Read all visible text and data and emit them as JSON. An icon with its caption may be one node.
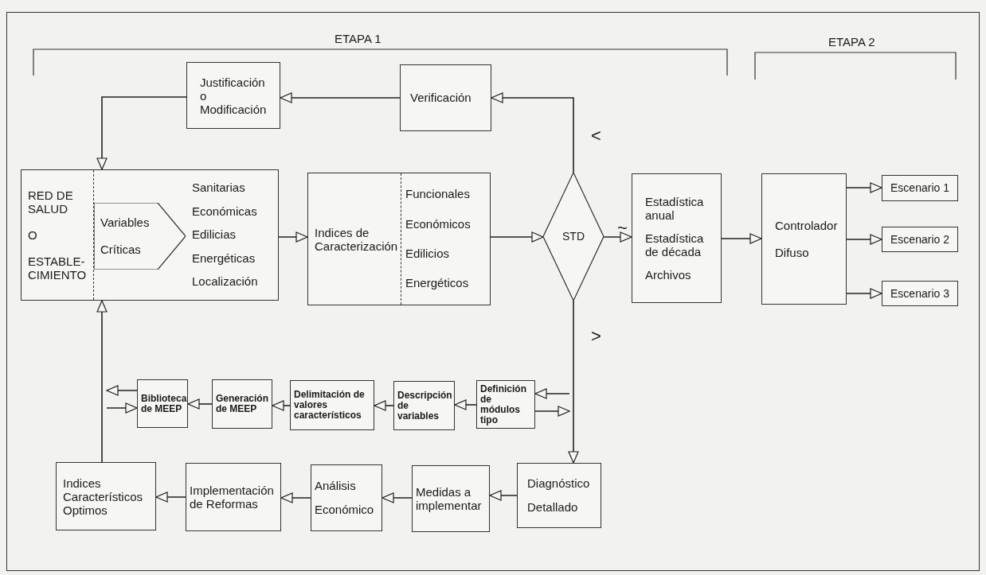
{
  "diagram": {
    "nodes": [
      {
        "text": [
          "Justificación o Modificación"
        ]
      },
      {
        "text": [
          "Verificación"
        ]
      },
      {
        "text": [
          "RED DE SALUD",
          "O",
          "ESTABLE-CIMIENTO",
          "Sanitarias",
          "Económicas",
          "Edilicias",
          "Energéticas",
          "Localización"
        ]
      },
      {
        "text": [
          "Variables Críticas"
        ],
        "in": 2
      },
      {
        "text": [
          "Indices de Caracterización",
          "Funcionales",
          "Económicos",
          "Edilicios",
          "Energéticos"
        ]
      },
      {
        "text": [
          "STD"
        ]
      },
      {
        "text": [
          "Estadística anual",
          "Estadística de década",
          "Archivos"
        ]
      },
      {
        "text": [
          "Controlador Difuso"
        ]
      },
      {
        "text": [
          "Escenario 1"
        ]
      },
      {
        "text": [
          "Escenario 2"
        ]
      },
      {
        "text": [
          "Escenario 3"
        ]
      },
      {
        "text": [
          "Biblioteca de MEEP"
        ]
      },
      {
        "text": [
          "Generación de MEEP"
        ]
      },
      {
        "text": [
          "Delimitación de valores característicos"
        ]
      },
      {
        "text": [
          "Descripción de variables"
        ]
      },
      {
        "text": [
          "Definición de módulos tipo"
        ]
      },
      {
        "text": [
          "Indices Característicos Optimos"
        ]
      },
      {
        "text": [
          "Implementación de Reformas"
        ]
      },
      {
        "text": [
          "Análisis Económico"
        ]
      },
      {
        "text": [
          "Medidas a implementar"
        ]
      },
      {
        "text": [
          "Diagnóstico Detallado"
        ]
      }
    ],
    "edges": [
      {
        "from": 1,
        "to": 0,
        "arrow": "to"
      },
      {
        "from": 0,
        "to": 2,
        "arrow": "to"
      },
      {
        "from": 5,
        "to": 1,
        "arrow": "to",
        "label": "<"
      },
      {
        "from": 2,
        "to": 4,
        "arrow": "to"
      },
      {
        "from": 4,
        "to": 5,
        "arrow": "to"
      },
      {
        "from": 5,
        "to": 6,
        "arrow": "to",
        "label": "~"
      },
      {
        "from": 6,
        "to": 7,
        "arrow": "to"
      },
      {
        "from": 7,
        "to": 8,
        "arrow": "to"
      },
      {
        "from": 7,
        "to": 9,
        "arrow": "to"
      },
      {
        "from": 7,
        "to": 10,
        "arrow": "to"
      },
      {
        "from": 5,
        "to": 20,
        "arrow": "to",
        "label": ">"
      },
      {
        "from": 20,
        "to": 19,
        "arrow": "to"
      },
      {
        "from": 19,
        "to": 18,
        "arrow": "to"
      },
      {
        "from": 18,
        "to": 17,
        "arrow": "to"
      },
      {
        "from": 17,
        "to": 16,
        "arrow": "to"
      },
      {
        "from": 16,
        "to": 2,
        "arrow": "to"
      },
      {
        "from": null,
        "to": 15,
        "arrow": "to"
      },
      {
        "from": 15,
        "to": null,
        "arrow": "to"
      },
      {
        "from": 15,
        "to": 14,
        "arrow": "to"
      },
      {
        "from": 14,
        "to": 13,
        "arrow": "to"
      },
      {
        "from": 13,
        "to": 12,
        "arrow": "to"
      },
      {
        "from": 12,
        "to": 11,
        "arrow": "to"
      },
      {
        "from": 11,
        "to": null,
        "arrow": "to"
      },
      {
        "from": null,
        "to": 11,
        "arrow": "to"
      }
    ],
    "labels": [
      "ETAPA 1",
      "ETAPA 2"
    ]
  }
}
